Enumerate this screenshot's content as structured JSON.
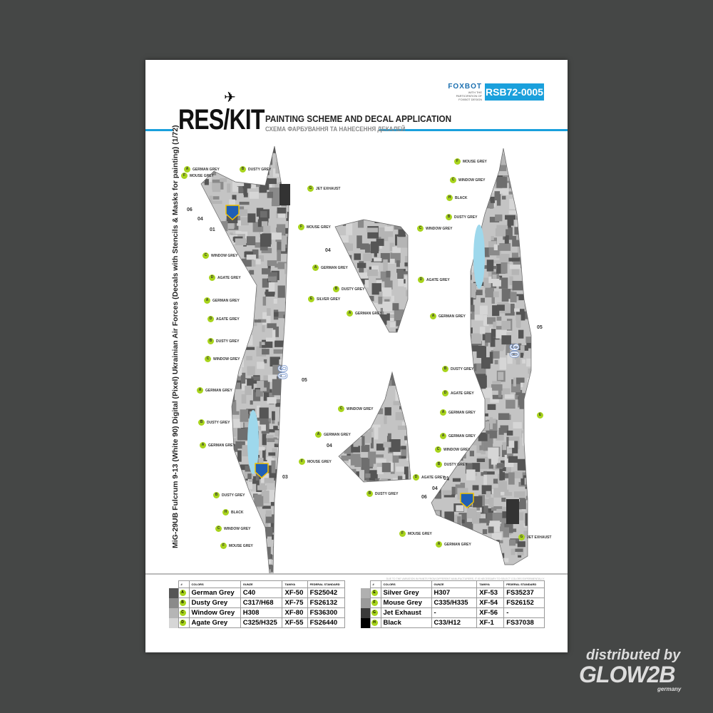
{
  "header": {
    "brand": "RES/KIT",
    "code": "RSB72-0005",
    "partner": "FOXBOT",
    "partner_note": "WITH THE PARTICIPATION OF FOXBOT DESIGN",
    "title": "PAINTING SCHEME AND DECAL APPLICATION",
    "subtitle": "СХЕМА ФАРБУВАННЯ ТА НАНЕСЕННЯ ДЕКАЛЕЙ"
  },
  "side_title": "MiG-29UB Fulcrum 9-13 (White 90) Digital (Pixel) Ukrainian Air Forces (Decals with Stencils & Masks for painting) (1/72)",
  "callouts": [
    [
      "A",
      "GERMAN GREY"
    ],
    [
      "F",
      "MOUSE GREY"
    ],
    [
      "B",
      "DUSTY GREY"
    ],
    [
      "G",
      "JET EXHAUST"
    ],
    [
      "C",
      "WINDOW GREY"
    ],
    [
      "D",
      "AGATE GREY"
    ],
    [
      "A",
      "GERMAN GREY"
    ],
    [
      "D",
      "AGATE GREY"
    ],
    [
      "B",
      "DUSTY GREY"
    ],
    [
      "C",
      "WINDOW GREY"
    ],
    [
      "A",
      "GERMAN GREY"
    ],
    [
      "B",
      "DUSTY GREY"
    ],
    [
      "A",
      "GERMAN GREY"
    ],
    [
      "B",
      "DUSTY GREY"
    ],
    [
      "H",
      "BLACK"
    ],
    [
      "C",
      "WINDOW GREY"
    ],
    [
      "F",
      "MOUSE GREY"
    ],
    [
      "E",
      "SILVER GREY"
    ],
    [
      "F",
      "MOUSE GREY"
    ],
    [
      "C",
      "WINDOW GREY"
    ],
    [
      "A",
      "GERMAN GREY"
    ],
    [
      "D",
      "AGATE GREY"
    ],
    [
      "B",
      "DUSTY GREY"
    ],
    [
      "A",
      "GERMAN GREY"
    ],
    [
      "C",
      "WINDOW GREY"
    ],
    [
      "A",
      "GERMAN GREY"
    ],
    [
      "F",
      "MOUSE GREY"
    ],
    [
      "D",
      "AGATE GREY"
    ],
    [
      "B",
      "DUSTY GREY"
    ],
    [
      "F",
      "MOUSE GREY"
    ],
    [
      "C",
      "WINDOW GREY"
    ],
    [
      "H",
      "BLACK"
    ],
    [
      "B",
      "DUSTY GREY"
    ],
    [
      "A",
      "GERMAN GREY"
    ],
    [
      "B",
      "DUSTY GREY"
    ],
    [
      "D",
      "AGATE GREY"
    ],
    [
      "A",
      "GERMAN GREY"
    ],
    [
      "A",
      "GERMAN GREY"
    ],
    [
      "C",
      "WINDOW GREY"
    ],
    [
      "B",
      "DUSTY GREY"
    ],
    [
      "E",
      ""
    ],
    [
      "F",
      "MOUSE GREY"
    ],
    [
      "A",
      "GERMAN GREY"
    ],
    [
      "G",
      "JET EXHAUST"
    ]
  ],
  "decal_numbers": [
    "06",
    "04",
    "01",
    "05",
    "03",
    "04",
    "04",
    "05",
    "01",
    "04",
    "06"
  ],
  "tail_number": "90",
  "disclaimer": "DUE TO THE VARIATION IN PAINTS FROM DIFFERENT MANUFACTURERS, IT IS NECESSARY TO SELECT COLORS EXPERIMENTALLY.",
  "table_headers": [
    "#",
    "COLORS",
    "GUNZE",
    "TAMIYA",
    "FEDERAL STANDARD"
  ],
  "colors_left": [
    {
      "letter": "A",
      "name": "German Grey",
      "gunze": "C40",
      "tamiya": "XF-50",
      "fs": "FS25042",
      "swatch": "#555555"
    },
    {
      "letter": "B",
      "name": "Dusty Grey",
      "gunze": "C317/H68",
      "tamiya": "XF-75",
      "fs": "FS26132",
      "swatch": "#8a8a8a"
    },
    {
      "letter": "C",
      "name": "Window Grey",
      "gunze": "H308",
      "tamiya": "XF-80",
      "fs": "FS36300",
      "swatch": "#b5b5b5"
    },
    {
      "letter": "D",
      "name": "Agate Grey",
      "gunze": "C325/H325",
      "tamiya": "XF-55",
      "fs": "FS26440",
      "swatch": "#d6d6d6"
    }
  ],
  "colors_right": [
    {
      "letter": "E",
      "name": "Silver Grey",
      "gunze": "H307",
      "tamiya": "XF-53",
      "fs": "FS35237",
      "swatch": "#b0b0b0"
    },
    {
      "letter": "F",
      "name": "Mouse Grey",
      "gunze": "C335/H335",
      "tamiya": "XF-54",
      "fs": "FS26152",
      "swatch": "#9a9a9a"
    },
    {
      "letter": "G",
      "name": "Jet Exhaust",
      "gunze": "-",
      "tamiya": "XF-56",
      "fs": "-",
      "swatch": "#3a3a3a"
    },
    {
      "letter": "H",
      "name": "Black",
      "gunze": "C33/H12",
      "tamiya": "XF-1",
      "fs": "FS37038",
      "swatch": "#000000"
    }
  ],
  "watermark": {
    "line1": "distributed by",
    "line2": "GLOW2B",
    "line3": "germany"
  }
}
